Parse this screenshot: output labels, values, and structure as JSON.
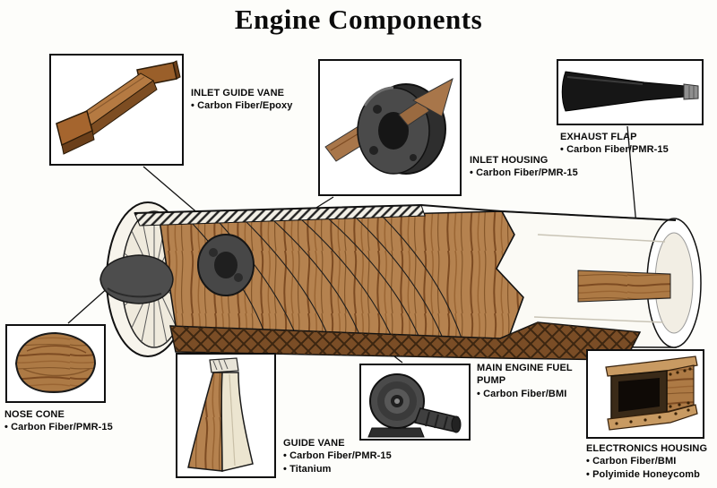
{
  "title": "Engine Components",
  "components": [
    {
      "id": "inlet-guide-vane",
      "name": "INLET GUIDE VANE",
      "materials": [
        "• Carbon Fiber/Epoxy"
      ]
    },
    {
      "id": "inlet-housing",
      "name": "INLET HOUSING",
      "materials": [
        "• Carbon Fiber/PMR-15"
      ]
    },
    {
      "id": "exhaust-flap",
      "name": "EXHAUST FLAP",
      "materials": [
        "• Carbon Fiber/PMR-15"
      ]
    },
    {
      "id": "nose-cone",
      "name": "NOSE CONE",
      "materials": [
        "• Carbon Fiber/PMR-15"
      ]
    },
    {
      "id": "guide-vane",
      "name": "GUIDE VANE",
      "materials": [
        "• Carbon Fiber/PMR-15",
        "• Titanium"
      ]
    },
    {
      "id": "main-engine-fuel-pump",
      "name": "MAIN ENGINE FUEL PUMP",
      "materials": [
        "• Carbon Fiber/BMI"
      ]
    },
    {
      "id": "electronics-housing",
      "name": "ELECTRONICS HOUSING",
      "materials": [
        "• Carbon Fiber/BMI",
        "• Polyimide Honeycomb"
      ]
    }
  ],
  "colors": {
    "wood": "#b5824f",
    "wood_dark": "#6b4423",
    "metal_dark": "#3f3f3f",
    "flap_black": "#141414",
    "line": "#111111",
    "background": "#fdfdfa"
  }
}
